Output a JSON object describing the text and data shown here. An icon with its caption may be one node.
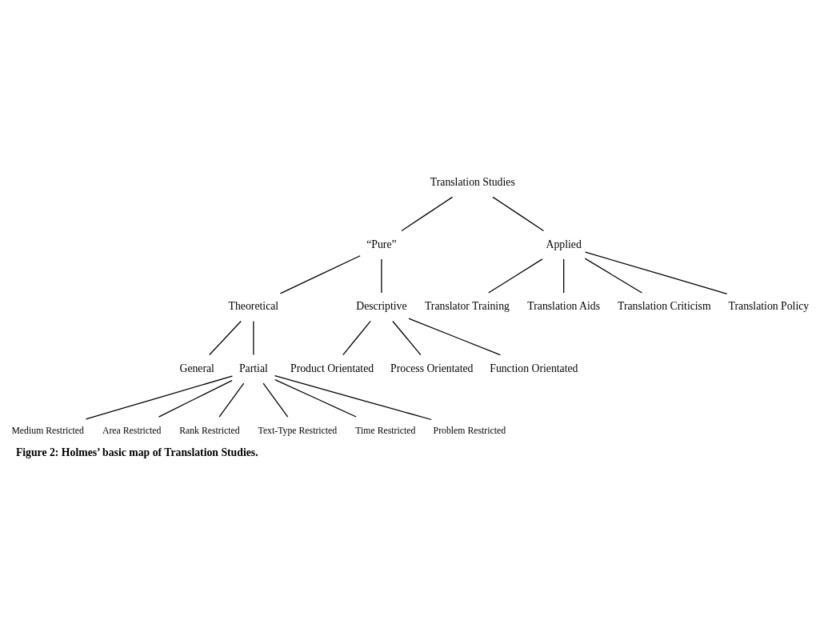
{
  "diagram": {
    "caption": "Figure 2: Holmes’ basic map of Translation Studies.",
    "nodes": [
      {
        "text": [
          "Translation Studies"
        ]
      },
      {
        "text": [
          "“Pure”"
        ]
      },
      {
        "text": [
          "Applied"
        ]
      },
      {
        "text": [
          "Theoretical"
        ]
      },
      {
        "text": [
          "Descriptive"
        ]
      },
      {
        "text": [
          "Translator Training"
        ]
      },
      {
        "text": [
          "Translation Aids"
        ]
      },
      {
        "text": [
          "Translation Criticism"
        ]
      },
      {
        "text": [
          "Translation Policy"
        ]
      },
      {
        "text": [
          "General"
        ]
      },
      {
        "text": [
          "Partial"
        ]
      },
      {
        "text": [
          "Product Orientated"
        ]
      },
      {
        "text": [
          "Process Orientated"
        ]
      },
      {
        "text": [
          "Function Orientated"
        ]
      },
      {
        "text": [
          "Medium Restricted"
        ]
      },
      {
        "text": [
          "Area Restricted"
        ]
      },
      {
        "text": [
          "Rank Restricted"
        ]
      },
      {
        "text": [
          "Text-Type Restricted"
        ]
      },
      {
        "text": [
          "Time Restricted"
        ]
      },
      {
        "text": [
          "Problem Restricted"
        ]
      }
    ],
    "edges": [
      {
        "from": 0,
        "to": 1,
        "arrow": "none"
      },
      {
        "from": 0,
        "to": 2,
        "arrow": "none"
      },
      {
        "from": 1,
        "to": 3,
        "arrow": "none"
      },
      {
        "from": 1,
        "to": 4,
        "arrow": "none"
      },
      {
        "from": 2,
        "to": 5,
        "arrow": "none"
      },
      {
        "from": 2,
        "to": 6,
        "arrow": "none"
      },
      {
        "from": 2,
        "to": 7,
        "arrow": "none"
      },
      {
        "from": 2,
        "to": 8,
        "arrow": "none"
      },
      {
        "from": 3,
        "to": 9,
        "arrow": "none"
      },
      {
        "from": 3,
        "to": 10,
        "arrow": "none"
      },
      {
        "from": 4,
        "to": 11,
        "arrow": "none"
      },
      {
        "from": 4,
        "to": 12,
        "arrow": "none"
      },
      {
        "from": 4,
        "to": 13,
        "arrow": "none"
      },
      {
        "from": 10,
        "to": 14,
        "arrow": "none"
      },
      {
        "from": 10,
        "to": 15,
        "arrow": "none"
      },
      {
        "from": 10,
        "to": 16,
        "arrow": "none"
      },
      {
        "from": 10,
        "to": 17,
        "arrow": "none"
      },
      {
        "from": 10,
        "to": 18,
        "arrow": "none"
      },
      {
        "from": 10,
        "to": 19,
        "arrow": "none"
      }
    ]
  }
}
